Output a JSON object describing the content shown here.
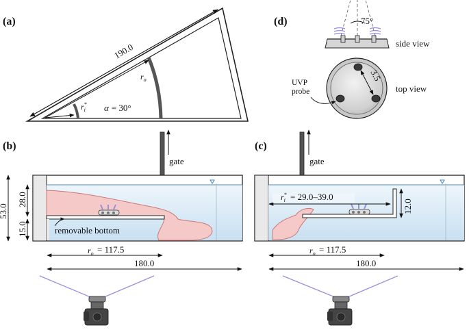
{
  "panels": {
    "a": "(a)",
    "b": "(b)",
    "c": "(c)",
    "d": "(d)"
  },
  "panel_a": {
    "arc_length": "190.0",
    "r_o_symbol": "r",
    "r_o_sub": "o",
    "r_i_symbol": "r",
    "r_i_sup": "*",
    "r_i_sub": "i",
    "alpha_symbol": "α",
    "alpha_value": "= 30°"
  },
  "panel_b": {
    "gate": "gate",
    "dim_28": "28.0",
    "dim_53": "53.0",
    "dim_15": "15.0",
    "removable_bottom": "removable bottom",
    "r_o_value": "= 117.5",
    "total_length": "180.0"
  },
  "panel_c": {
    "gate": "gate",
    "r_i_value": "= 29.0–39.0",
    "dim_12": "12.0",
    "r_o_value": "= 117.5",
    "total_length": "180.0"
  },
  "panel_d": {
    "angle": "75°",
    "side_view": "side view",
    "top_view": "top view",
    "uvp_line1": "UVP",
    "uvp_line2": "probe",
    "spacing": "3.5"
  },
  "colors": {
    "water": "#dcecf7",
    "water_deep": "#c8e0f2",
    "current": "#f6c9c9",
    "current_edge": "#c97878",
    "wall": "#e9e9e9",
    "gate": "#555555",
    "laser": "#9a8fe0"
  }
}
